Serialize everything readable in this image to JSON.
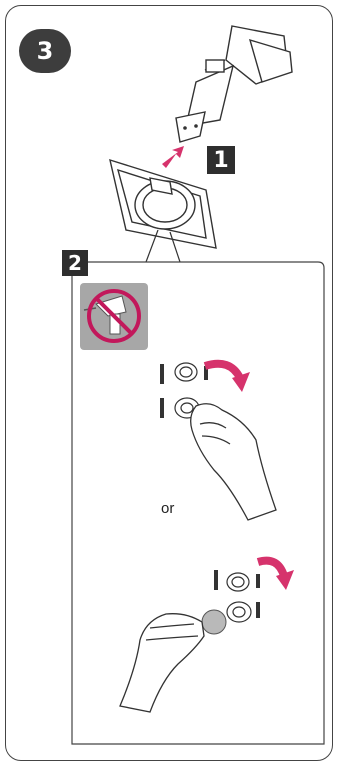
{
  "step_number": "3",
  "callouts": {
    "one": "1",
    "two": "2"
  },
  "or_label": "or",
  "colors": {
    "arrow": "#d6336c",
    "prohibit_bg": "#a7a7a7",
    "prohibit_ring": "#c2185b",
    "badge": "#3d3d3d"
  },
  "icons": [
    "no-power-drill-icon",
    "rotate-clockwise-arrow-icon"
  ]
}
